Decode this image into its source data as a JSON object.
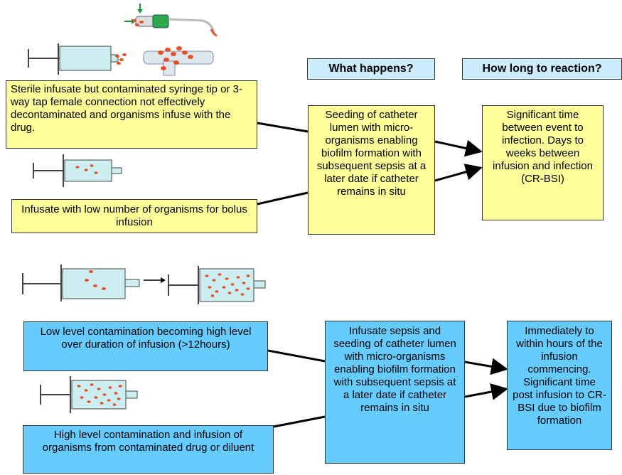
{
  "headers": {
    "what_happens": "What happens?",
    "how_long": "How long to reaction?"
  },
  "top_section": {
    "box_sterile": "Sterile infusate but contaminated syringe tip or 3-way tap female connection not effectively decontaminated and organisms infuse with the drug.",
    "box_low_bolus": "Infusate with low number of organisms for bolus infusion",
    "box_seeding": "Seeding of  catheter lumen  with micro-organisms enabling biofilm formation with subsequent sepsis at a later date if catheter remains in situ",
    "box_time": "Significant time between event to infection. Days to weeks between infusion and infection (CR-BSI)"
  },
  "bottom_section": {
    "box_low_to_high": "Low level contamination becoming high level over duration of infusion (>12hours)",
    "box_high_level": "High level contamination and infusion of organisms from contaminated drug or diluent",
    "box_infusate_sepsis": "Infusate sepsis and seeding of  catheter lumen with micro-organisms enabling biofilm formation with subsequent sepsis at a later date if catheter remains in situ",
    "box_immediate": "Immediately to within hours of the infusion commencing. Significant time post infusion to CR-BSI due to biofilm formation"
  },
  "colors": {
    "yellow_box": "#ffff99",
    "blue_box": "#66ccff",
    "header_box": "#ccecff",
    "syringe_fill": "#cdeef0",
    "organism": "#e8502a"
  }
}
